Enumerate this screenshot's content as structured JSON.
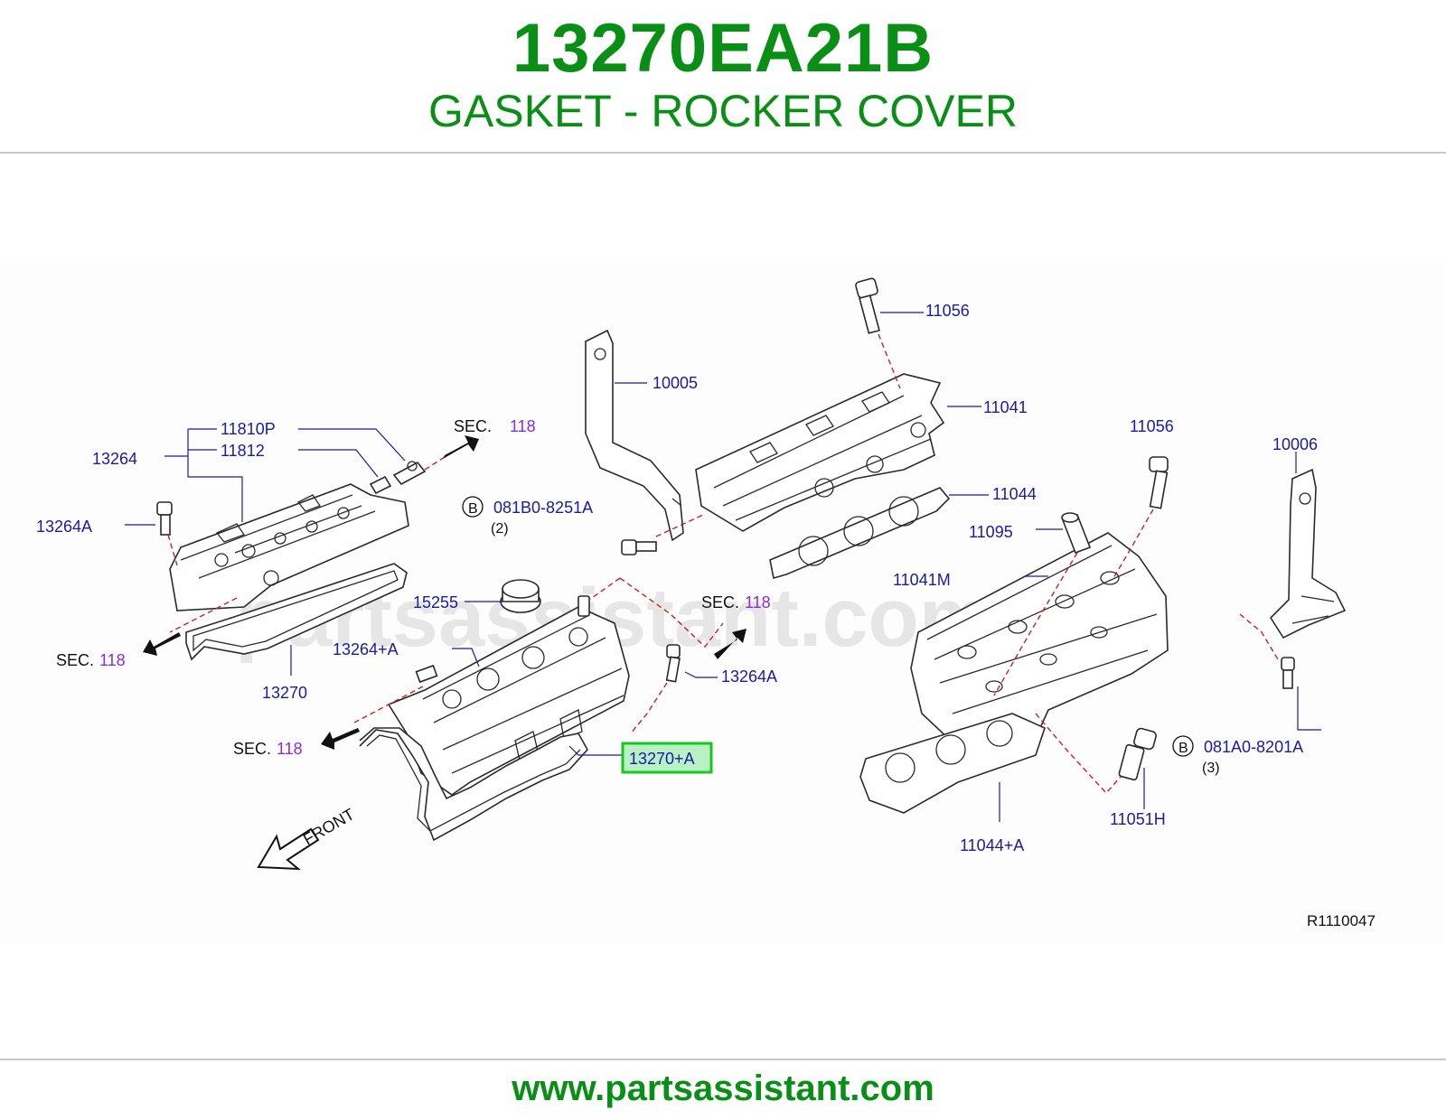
{
  "header": {
    "part_number": "13270EA21B",
    "part_name": "GASKET - ROCKER COVER"
  },
  "diagram": {
    "watermark": "partsassistant.com",
    "figure_id": "R1110047",
    "highlighted_callout": "13270+A",
    "callouts": {
      "c11810p": "11810P",
      "c11812": "11812",
      "c13264": "13264",
      "c13264a_left": "13264A",
      "c13270": "13270",
      "c15255": "15255",
      "c13264pa": "13264+A",
      "c13264a_mid": "13264A",
      "c10005": "10005",
      "c11056_top": "11056",
      "c11041": "11041",
      "c11044": "11044",
      "c081b0": "081B0-8251A",
      "c081b0_qty": "(2)",
      "c11056_right": "11056",
      "c10006": "10006",
      "c11095": "11095",
      "c11041m": "11041M",
      "c081a0": "081A0-8201A",
      "c081a0_qty": "(3)",
      "c11051h": "11051H",
      "c11044pa": "11044+A",
      "b_badge": "B"
    },
    "section_refs": {
      "sec_label": "SEC.",
      "sec_number": "118"
    },
    "front_label": "FRONT"
  },
  "footer": {
    "url": "www.partsassistant.com"
  },
  "colors": {
    "brand_green": "#0a8f16",
    "callout_blue": "#1a1aa8",
    "section_purple": "#8a2be2",
    "leader_red": "#d21f1f",
    "highlight_fill": "#b9f1c4",
    "highlight_border": "#16c81e"
  }
}
